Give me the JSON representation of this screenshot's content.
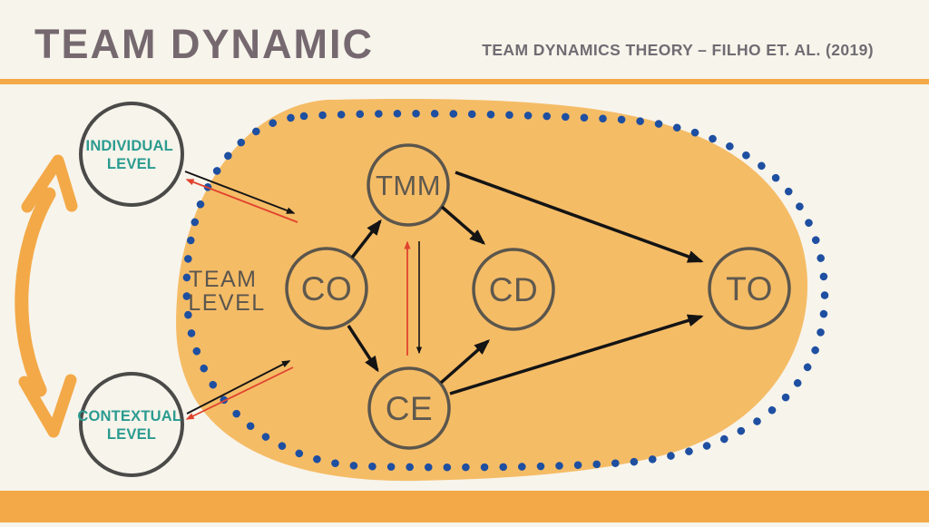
{
  "header": {
    "title": "TEAM DYNAMIC",
    "subtitle": "TEAM DYNAMICS THEORY – FILHO ET. AL. (2019)"
  },
  "diagram": {
    "levels": {
      "individual": {
        "line1": "INDIVIDUAL",
        "line2": "LEVEL"
      },
      "team": {
        "line1": "TEAM",
        "line2": "LEVEL"
      },
      "contextual": {
        "line1": "CONTEXTUAL",
        "line2": "LEVEL"
      }
    },
    "nodes": {
      "tmm": {
        "label": "TMM"
      },
      "co": {
        "label": "CO"
      },
      "cd": {
        "label": "CD"
      },
      "ce": {
        "label": "CE"
      },
      "to": {
        "label": "TO"
      }
    },
    "edges": [
      {
        "from": "CO",
        "to": "TMM",
        "color": "black"
      },
      {
        "from": "CO",
        "to": "CE",
        "color": "black"
      },
      {
        "from": "TMM",
        "to": "CD",
        "color": "black"
      },
      {
        "from": "TMM",
        "to": "TO",
        "color": "black"
      },
      {
        "from": "CE",
        "to": "CD",
        "color": "black"
      },
      {
        "from": "CE",
        "to": "TO",
        "color": "black"
      },
      {
        "from": "TMM",
        "to": "CE",
        "color": "black"
      },
      {
        "from": "CE",
        "to": "TMM",
        "color": "red"
      },
      {
        "from": "INDIVIDUAL LEVEL",
        "to": "TEAM LEVEL",
        "color": "black"
      },
      {
        "from": "TEAM LEVEL",
        "to": "INDIVIDUAL LEVEL",
        "color": "red"
      },
      {
        "from": "CONTEXTUAL LEVEL",
        "to": "TEAM LEVEL",
        "color": "black"
      },
      {
        "from": "TEAM LEVEL",
        "to": "CONTEXTUAL LEVEL",
        "color": "red"
      },
      {
        "from": "INDIVIDUAL LEVEL",
        "to": "CONTEXTUAL LEVEL",
        "color": "orange-bidirectional"
      }
    ],
    "colors": {
      "background": "#F7F4EB",
      "accent": "#F3A947",
      "blob": "#F5BC66",
      "dots": "#1E4FA1",
      "teal": "#2B9B90",
      "red": "#E0432E",
      "black": "#141414",
      "title": "#75696F",
      "subtitle": "#6F6C73",
      "circle_stroke": "#4A4A48",
      "node_stroke": "#5B564C",
      "node_text": "#5F594E"
    }
  }
}
